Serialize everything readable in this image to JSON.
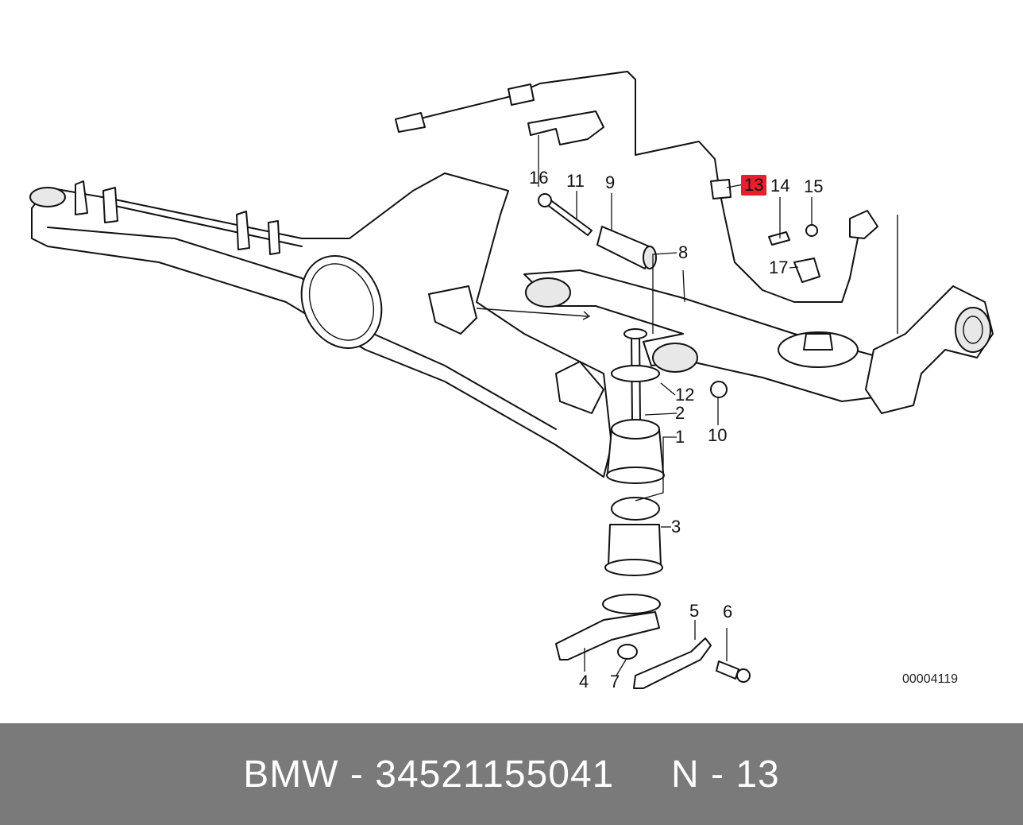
{
  "diagram": {
    "callouts": [
      {
        "id": "c1",
        "text": "1"
      },
      {
        "id": "c2",
        "text": "2"
      },
      {
        "id": "c3",
        "text": "3"
      },
      {
        "id": "c4",
        "text": "4"
      },
      {
        "id": "c5",
        "text": "5"
      },
      {
        "id": "c6",
        "text": "6"
      },
      {
        "id": "c7",
        "text": "7"
      },
      {
        "id": "c8",
        "text": "8"
      },
      {
        "id": "c9",
        "text": "9"
      },
      {
        "id": "c10",
        "text": "10"
      },
      {
        "id": "c11",
        "text": "11"
      },
      {
        "id": "c12",
        "text": "12"
      },
      {
        "id": "c13",
        "text": "13",
        "highlighted": true
      },
      {
        "id": "c14",
        "text": "14"
      },
      {
        "id": "c15",
        "text": "15"
      },
      {
        "id": "c16",
        "text": "16"
      },
      {
        "id": "c17",
        "text": "17"
      }
    ],
    "reference_code": "00004119",
    "highlight_color": "#e9202b"
  },
  "caption": {
    "text": "BMW - 34521155041     N - 13",
    "background_color": "#7a7a7a",
    "text_color": "#ffffff"
  }
}
